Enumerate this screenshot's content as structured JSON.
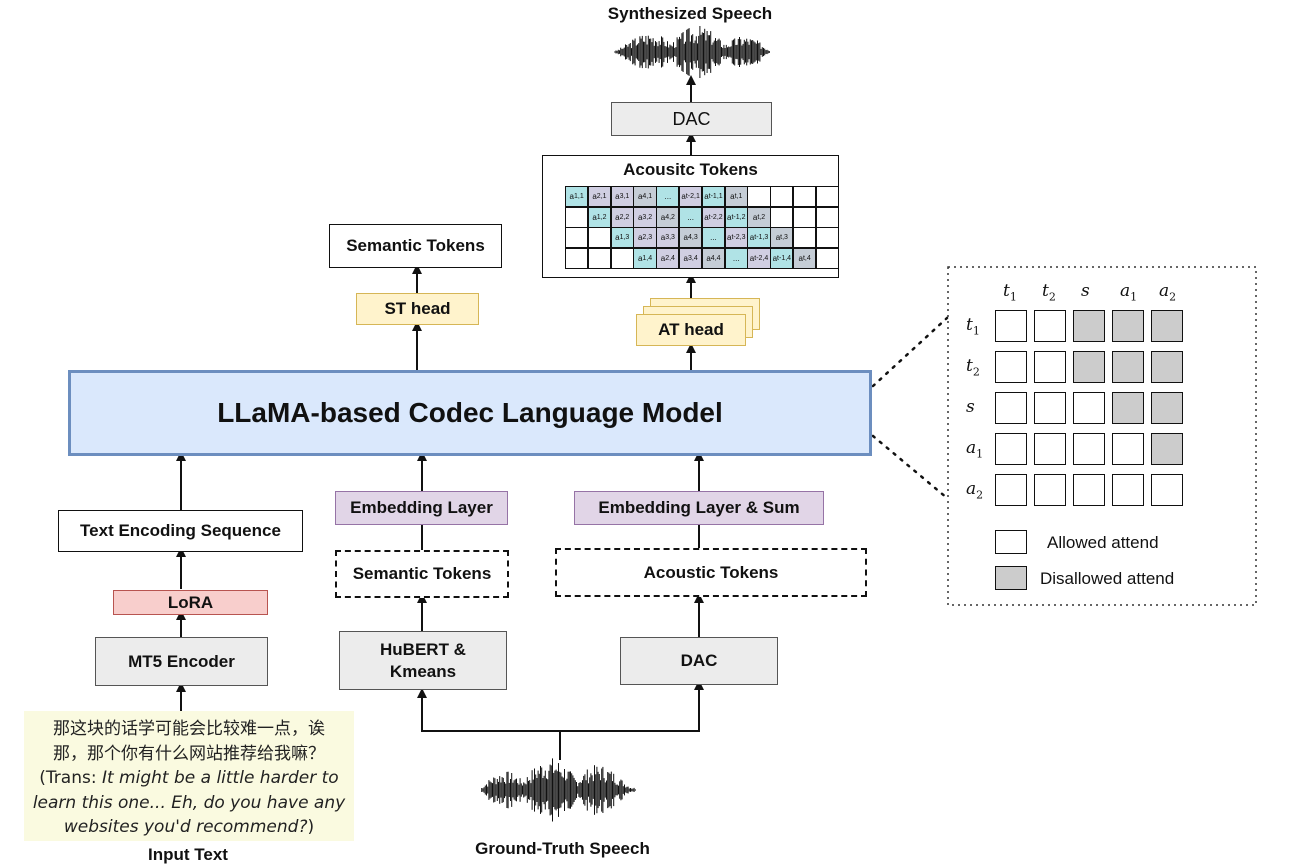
{
  "top_output": {
    "label": "Synthesized Speech"
  },
  "dac_top": {
    "label": "DAC"
  },
  "acoustic_tokens_panel": {
    "title": "Acousitc Tokens",
    "rows": [
      [
        "a1,1",
        "a2,1",
        "a3,1",
        "a4,1",
        "...",
        "at-2,1",
        "at-1,1",
        "at,1",
        "",
        "",
        "",
        ""
      ],
      [
        "",
        "a1,2",
        "a2,2",
        "a3,2",
        "a4,2",
        "...",
        "at-2,2",
        "at-1,2",
        "at,2",
        "",
        "",
        ""
      ],
      [
        "",
        "",
        "a1,3",
        "a2,3",
        "a3,3",
        "a4,3",
        "...",
        "at-2,3",
        "at-1,3",
        "at,3",
        "",
        ""
      ],
      [
        "",
        "",
        "",
        "a1,4",
        "a2,4",
        "a3,4",
        "a4,4",
        "...",
        "at-2,4",
        "at-1,4",
        "at,4",
        ""
      ]
    ]
  },
  "semantic_tokens_out": {
    "label": "Semantic Tokens"
  },
  "st_head": {
    "label": "ST head"
  },
  "at_head": {
    "label": "AT head"
  },
  "llama": {
    "label": "LLaMA-based Codec Language Model"
  },
  "text_branch": {
    "sequence_label": "Text Encoding Sequence",
    "lora_label": "LoRA",
    "encoder_label": "MT5 Encoder",
    "input_lines": [
      "那这块的话学可能会比较难一点，诶",
      "那，那个你有什么网站推荐给我嘛？"
    ],
    "trans_prefix": "(Trans: ",
    "trans_line1": "It might be a little harder to",
    "trans_line2": "learn this one... Eh, do you have any",
    "trans_line3": "websites you'd recommend?",
    "trans_suffix": ")",
    "caption": "Input Text"
  },
  "semantic_branch": {
    "embedding_label": "Embedding Layer",
    "tokens_label": "Semantic Tokens",
    "extractor_line1": "HuBERT &",
    "extractor_line2": "Kmeans"
  },
  "acoustic_branch": {
    "embedding_label": "Embedding Layer & Sum",
    "tokens_label": "Acoustic Tokens",
    "codec_label": "DAC"
  },
  "ground_truth": {
    "label": "Ground-Truth Speech"
  },
  "attention_matrix": {
    "col_labels": [
      "t1",
      "t2",
      "s",
      "a1",
      "a2"
    ],
    "row_labels": [
      "t1",
      "t2",
      "s",
      "a1",
      "a2"
    ],
    "mask": [
      [
        0,
        0,
        1,
        1,
        1
      ],
      [
        0,
        0,
        1,
        1,
        1
      ],
      [
        0,
        0,
        0,
        1,
        1
      ],
      [
        0,
        0,
        0,
        0,
        1
      ],
      [
        0,
        0,
        0,
        0,
        0
      ]
    ],
    "legend_allowed": "Allowed attend",
    "legend_disallowed": "Disallowed attend",
    "allowed_color": "#ffffff",
    "disallowed_color": "#cccccc"
  },
  "colors": {
    "llama_fill": "#dae8fc",
    "llama_border": "#6c8ebf",
    "head_fill": "#fff3cc",
    "embedding_fill": "#e1d5e7",
    "lora_fill": "#f8cecc",
    "token_cyan": "#b0e3e6",
    "token_purple": "#d0cee2",
    "token_gray": "#c5cdd6"
  }
}
